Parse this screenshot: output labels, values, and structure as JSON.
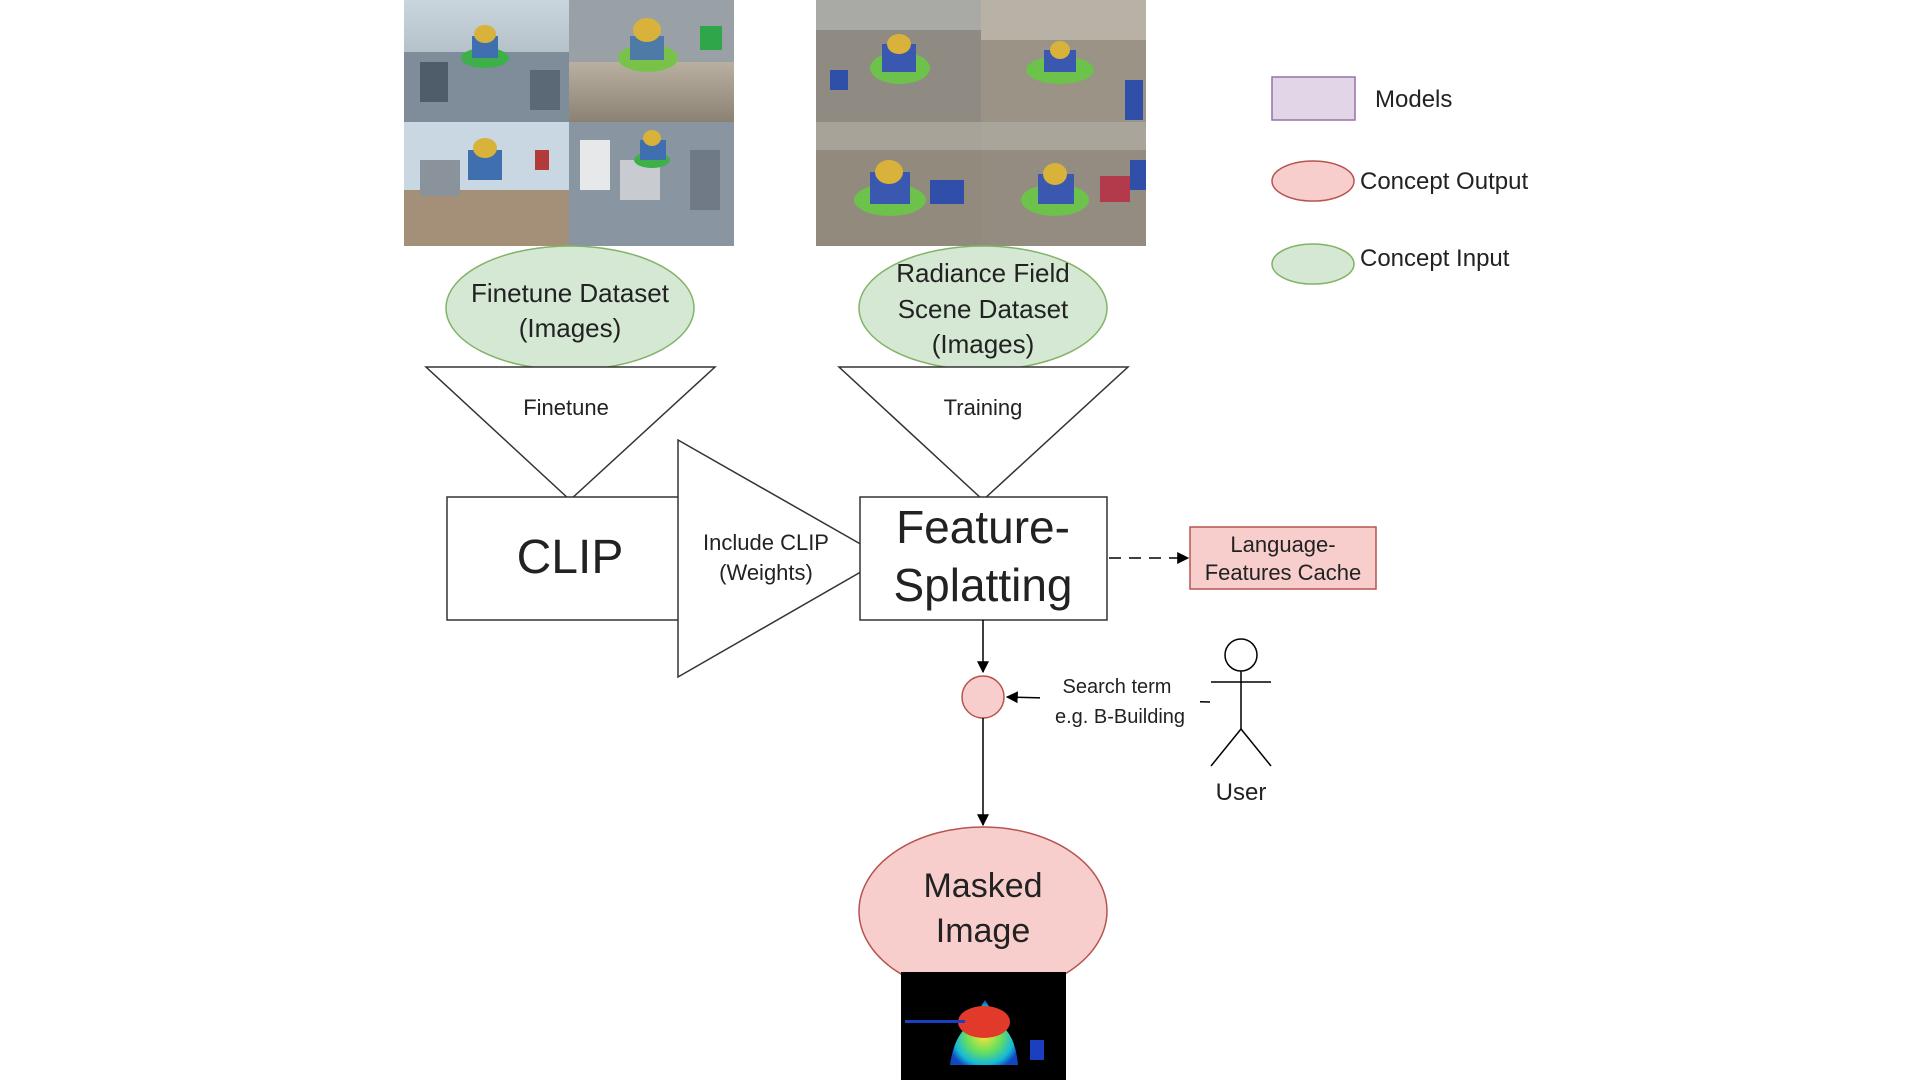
{
  "legend": {
    "models": "Models",
    "concept_output": "Concept Output",
    "concept_input": "Concept Input"
  },
  "nodes": {
    "finetune_dataset": [
      "Finetune Dataset",
      "(Images)"
    ],
    "radiance_dataset": [
      "Radiance Field",
      "Scene Dataset",
      "(Images)"
    ],
    "finetune": "Finetune",
    "training": "Training",
    "clip": "CLIP",
    "include_clip": [
      "Include CLIP",
      "(Weights)"
    ],
    "feature_splatting": [
      "Feature-",
      "Splatting"
    ],
    "language_cache": [
      "Language-",
      "Features Cache"
    ],
    "search_term": [
      "Search term",
      "e.g. B-Building"
    ],
    "user": "User",
    "masked_image": [
      "Masked",
      "Image"
    ]
  },
  "colors": {
    "models_fill": "#e1d5e7",
    "models_stroke": "#9673a6",
    "output_fill": "#f8cecc",
    "output_stroke": "#b85450",
    "input_fill": "#d5e8d4",
    "input_stroke": "#82b366"
  }
}
